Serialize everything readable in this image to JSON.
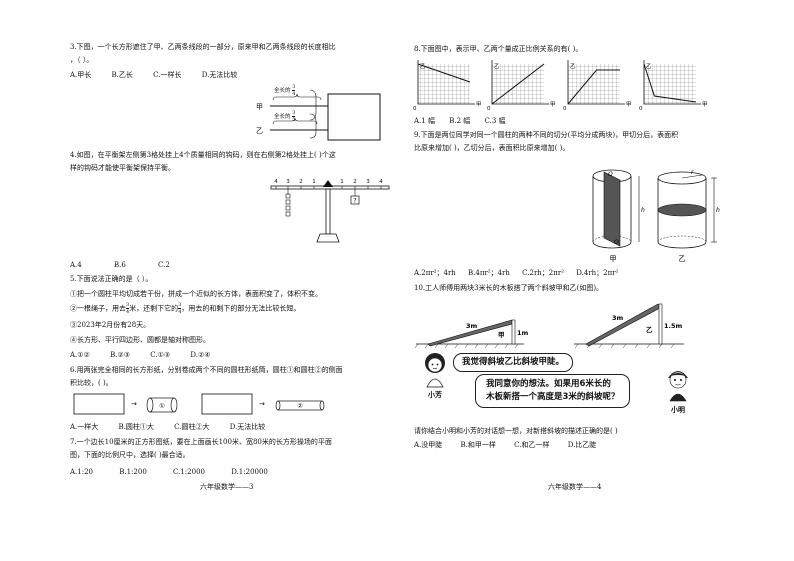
{
  "left_page": {
    "q3": {
      "stem_line1": "3.下图，一个长方形遮住了甲、乙两条线段的一部分，原来甲和乙两条线段的长度相比",
      "stem_line2": "，（ ）。",
      "options": [
        "A.甲长",
        "B.乙长",
        "C.一样长",
        "D.无法比较"
      ],
      "label_jia": "甲",
      "label_yi": "乙",
      "top_brace": "全长的",
      "top_num": "3",
      "top_den": "4",
      "bottom_brace": "全长的",
      "bottom_num": "3",
      "bottom_den": "5"
    },
    "q4": {
      "stem_line1": "4.如图，在平衡架左侧第3格处挂上4个质量相同的钩码，则在右侧第2格处挂上(      )个这",
      "stem_line2": "样的钩码才能使平衡架保持平衡。",
      "scale_left": [
        "4",
        "3",
        "2",
        "1"
      ],
      "scale_right": [
        "1",
        "2",
        "3",
        "4"
      ],
      "weight_mark": "?",
      "options": [
        "A.4",
        "B.6",
        "C.2"
      ]
    },
    "q5": {
      "stem": "5.下面说法正确的是（ ）。",
      "item1": "①把一个圆柱平均切成若干份，拼成一个近似的长方体，表面积变了，体积不变。",
      "item2a": "②一根绳子，用去",
      "item2_num1": "3",
      "item2_den1": "4",
      "item2b": "米，还剩下它的",
      "item2_num2": "3",
      "item2_den2": "4",
      "item2c": "，用去的和剩下的部分无法比较长短。",
      "item3": "③2023年2月份有28天。",
      "item4": "④长方形、平行四边形、圆都是轴对称图形。",
      "options": [
        "A.①②",
        "B.②③",
        "C.①③",
        "D.②④"
      ]
    },
    "q6": {
      "stem_line1": "6.用两张完全相同的长方形纸，分别卷成两个不同的圆柱形纸筒，圆柱①和圆柱②的侧面",
      "stem_line2": "积比较，(      )。",
      "cyl1": "①",
      "cyl2": "②",
      "options": [
        "A.一样大",
        "B.圆柱①大",
        "C.圆柱②大",
        "D.无法比较"
      ]
    },
    "q7": {
      "stem_line1": "7.一个边长10厘米的正方形图纸，要在上面画长100米、宽80米的长方形操场的平面",
      "stem_line2": "图，下面的比例尺中，选择(      )最合适。",
      "options": [
        "A.1:20",
        "B.1:200",
        "C.1:2000",
        "D.1:20000"
      ]
    },
    "footer": "六年级数学——3"
  },
  "right_page": {
    "q8": {
      "stem": "8.下面图中，表示甲、乙两个量成正比例关系的有(     )。",
      "axis_y": "乙",
      "axis_x": "甲",
      "origin": "0",
      "options": [
        "A.1 幅",
        "B.2 幅",
        "C.3 幅"
      ]
    },
    "q9": {
      "stem_line1": "9.下面是两位同学对同一个圆柱的两种不同的切分(平均分成两块)，甲切分后，表面积",
      "stem_line2": "比原来增加(     )，乙切分后，表面积比原来增加(     )。",
      "label_jia": "甲",
      "label_yi": "乙",
      "label_r": "r",
      "label_h": "h",
      "label_o": "O",
      "options": [
        "A.2πr²；4rh",
        "B.4πr²；4rh",
        "C.2rh；2πr²",
        "D.4rh；2πr²"
      ]
    },
    "q10": {
      "stem": "10.工人师傅用两块3米长的木板搭了两个斜坡甲和乙(如图)。",
      "jia_len": "3m",
      "jia_h": "1m",
      "jia_label": "甲",
      "yi_len": "3m",
      "yi_h": "1.5m",
      "yi_label": "乙",
      "bubble1": "我觉得斜坡乙比斜坡甲陡。",
      "bubble2_line1": "我同意你的想法。如果用6米长的",
      "bubble2_line2": "木板新搭一个高度是3米的斜坡呢？",
      "name1": "小芳",
      "name2": "小明",
      "question": "请你结合小明和小芳的对话想一想，对新搭斜坡的描述正确的是(     )",
      "options": [
        "A.没甲陡",
        "B.和甲一样",
        "C.和乙一样",
        "D.比乙陡"
      ]
    },
    "footer": "六年级数学——4"
  }
}
